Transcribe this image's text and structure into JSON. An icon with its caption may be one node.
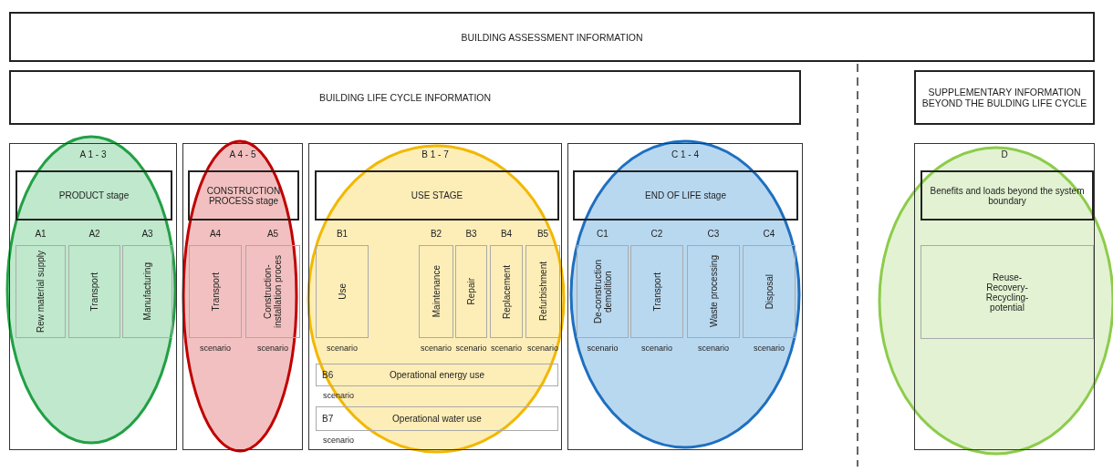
{
  "diagram": {
    "nodes": [
      {
        "text": [
          "BUILDING ASSESSMENT INFORMATION"
        ]
      },
      {
        "text": [
          "BUILDING LIFE CYCLE INFORMATION"
        ]
      },
      {
        "text": [
          "SUPPLEMENTARY INFORMATION BEYOND THE BULDING LIFE CYCLE"
        ]
      },
      {
        "text": [
          "A 1 - 3"
        ]
      },
      {
        "text": [
          "PRODUCT stage"
        ],
        "in": 3
      },
      {
        "text": [
          "A1",
          "Rew material supply"
        ],
        "in": 3
      },
      {
        "text": [
          "A2",
          "Transport"
        ],
        "in": 3
      },
      {
        "text": [
          "A3",
          "Manufacturing"
        ],
        "in": 3
      },
      {
        "text": [
          "A 4 - 5"
        ]
      },
      {
        "text": [
          "CONSTRUCTION PROCESS stage"
        ],
        "in": 8
      },
      {
        "text": [
          "A4",
          "Transport"
        ],
        "in": 8,
        "beside": [
          "scenario"
        ]
      },
      {
        "text": [
          "A5",
          "Construction-installation proces"
        ],
        "in": 8,
        "beside": [
          "scenario"
        ]
      },
      {
        "text": [
          "B 1 - 7"
        ]
      },
      {
        "text": [
          "USE STAGE"
        ],
        "in": 12
      },
      {
        "text": [
          "B1",
          "Use"
        ],
        "in": 12,
        "beside": [
          "scenario"
        ]
      },
      {
        "text": [
          "B2",
          "Maintenance"
        ],
        "in": 12,
        "beside": [
          "scenario"
        ]
      },
      {
        "text": [
          "B3",
          "Repair"
        ],
        "in": 12,
        "beside": [
          "scenario"
        ]
      },
      {
        "text": [
          "B4",
          "Replacement"
        ],
        "in": 12,
        "beside": [
          "scenario"
        ]
      },
      {
        "text": [
          "B5",
          "Refurbishment"
        ],
        "in": 12,
        "beside": [
          "scenario"
        ]
      },
      {
        "text": [
          "B6",
          "Operational energy use"
        ],
        "in": 12,
        "beside": [
          "scenario"
        ]
      },
      {
        "text": [
          "B7",
          "Operational water use"
        ],
        "in": 12,
        "beside": [
          "scenario"
        ]
      },
      {
        "text": [
          "C 1 - 4"
        ]
      },
      {
        "text": [
          "END OF LIFE stage"
        ],
        "in": 21
      },
      {
        "text": [
          "C1",
          "De-construction demolition"
        ],
        "in": 21,
        "beside": [
          "scenario"
        ]
      },
      {
        "text": [
          "C2",
          "Transport"
        ],
        "in": 21,
        "beside": [
          "scenario"
        ]
      },
      {
        "text": [
          "C3",
          "Waste processing"
        ],
        "in": 21,
        "beside": [
          "scenario"
        ]
      },
      {
        "text": [
          "C4",
          "Disposal"
        ],
        "in": 21,
        "beside": [
          "scenario"
        ]
      },
      {
        "text": [
          "D"
        ]
      },
      {
        "text": [
          "Benefits and loads beyond the system boundary"
        ],
        "in": 27
      },
      {
        "text": [
          "Reuse- Recovery- Recycling- potential"
        ],
        "in": 27
      }
    ]
  }
}
